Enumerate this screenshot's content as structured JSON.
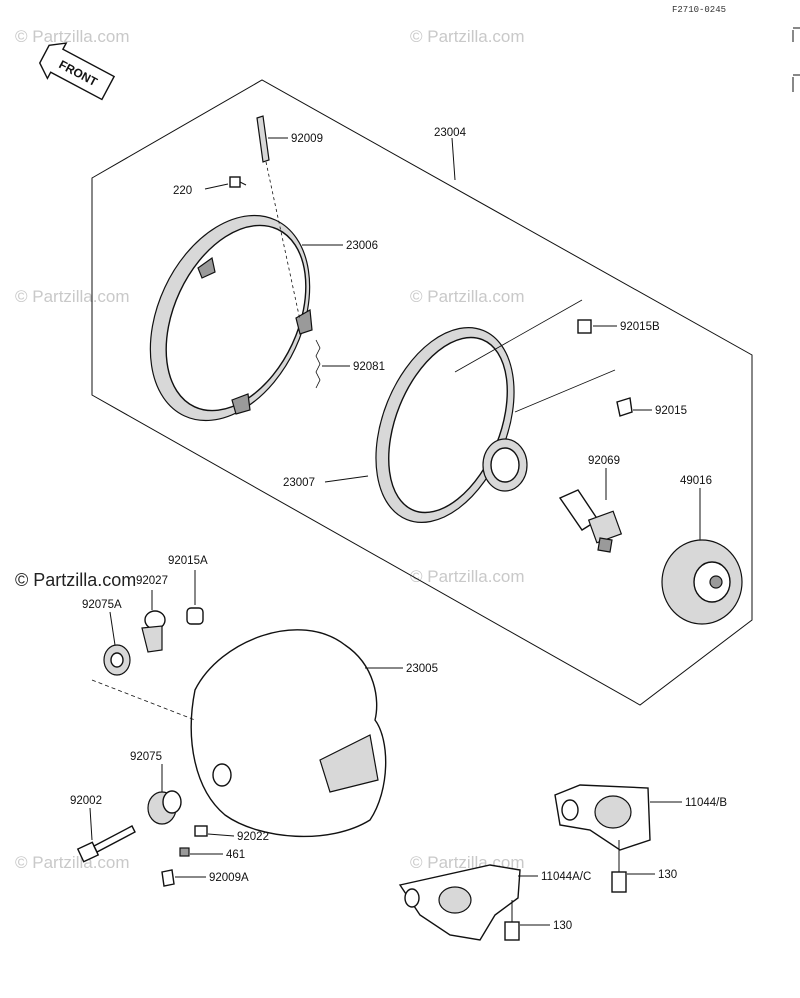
{
  "diagram_code": "F2710-0245",
  "front_arrow_label": "FRONT",
  "watermark_text": "Partzilla.com",
  "copyright_watermark": "© Partzilla.com",
  "parts": {
    "p23004": "23004",
    "p92009": "92009",
    "p220": "220",
    "p23006": "23006",
    "p92081": "92081",
    "p92015B": "92015B",
    "p92015": "92015",
    "p23007": "23007",
    "p92069": "92069",
    "p49016": "49016",
    "p92015A": "92015A",
    "p92027": "92027",
    "p92075A": "92075A",
    "p23005": "23005",
    "p92075": "92075",
    "p92002": "92002",
    "p92022": "92022",
    "p461": "461",
    "p92009A": "92009A",
    "p11044B": "11044/B",
    "p11044AC": "11044A/C",
    "p130a": "130",
    "p130b": "130"
  }
}
